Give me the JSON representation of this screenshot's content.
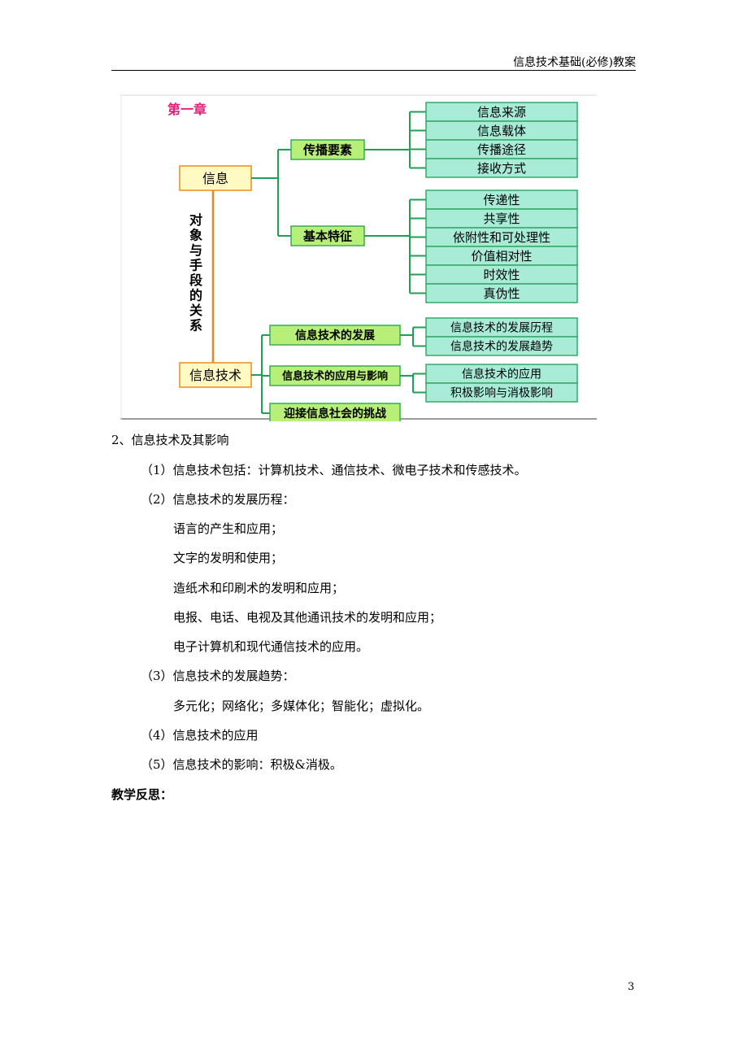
{
  "header": {
    "title": "信息技术基础(必修)教案"
  },
  "diagram": {
    "chapter": "第一章",
    "root_info": "信息",
    "root_tech": "信息技术",
    "relation": [
      "对",
      "象",
      "与",
      "手",
      "段",
      "的",
      "关",
      "系"
    ],
    "info_branches": [
      {
        "label": "传播要素",
        "leaves": [
          "信息来源",
          "信息载体",
          "传播途径",
          "接收方式"
        ]
      },
      {
        "label": "基本特征",
        "leaves": [
          "传递性",
          "共享性",
          "依附性和可处理性",
          "价值相对性",
          "时效性",
          "真伪性"
        ]
      }
    ],
    "tech_branches": [
      {
        "label": "信息技术的发展",
        "leaves": [
          "信息技术的发展历程",
          "信息技术的发展趋势"
        ]
      },
      {
        "label": "信息技术的应用与影响",
        "leaves": [
          "信息技术的应用",
          "积极影响与消极影响"
        ]
      },
      {
        "label": "迎接信息社会的挑战",
        "leaves": []
      }
    ],
    "colors": {
      "chapter": "#e0207a",
      "root_fill": "#fff9c2",
      "root_border": "#f08a1c",
      "branch_fill": "#b8ef78",
      "branch_border": "#3aaa55",
      "leaf_fill": "#a8ecd8",
      "leaf_border": "#35a86a",
      "connector": "#1fa055",
      "relation_line": "#e8871c"
    }
  },
  "body": {
    "section": "2、信息技术及其影响",
    "item1": "（1）信息技术包括：计算机技术、通信技术、微电子技术和传感技术。",
    "item2": "（2）信息技术的发展历程：",
    "history": [
      "语言的产生和应用；",
      "文字的发明和使用；",
      "造纸术和印刷术的发明和应用；",
      "电报、电话、电视及其他通讯技术的发明和应用；",
      "电子计算机和现代通信技术的应用。"
    ],
    "item3": "（3）信息技术的发展趋势：",
    "trends": "多元化；网络化；多媒体化；智能化；虚拟化。",
    "item4": "（4）信息技术的应用",
    "item5": "（5）信息技术的影响：积极&消极。",
    "reflection": "教学反思："
  },
  "page_number": "3"
}
